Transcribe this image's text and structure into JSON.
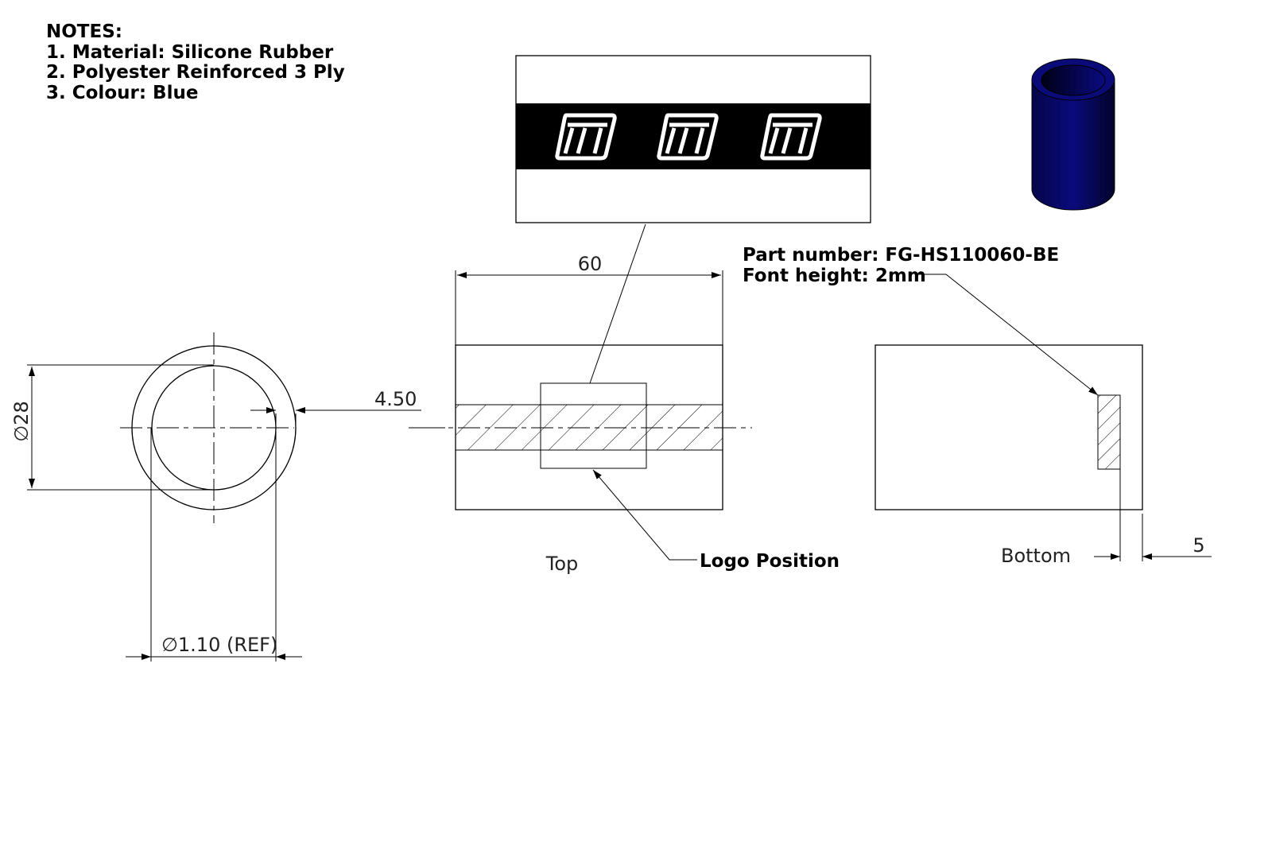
{
  "notes": {
    "title": "NOTES:",
    "items": [
      "1. Material: Silicone Rubber",
      "2. Polyester Reinforced 3 Ply",
      "3. Colour: Blue"
    ]
  },
  "dimensions": {
    "outer_diameter": "∅28",
    "wall_thickness": "4.50",
    "inner_diameter_ref": "∅1.10 (REF)",
    "length": "60",
    "text_offset": "5"
  },
  "views": {
    "top_label": "Top",
    "bottom_label": "Bottom"
  },
  "callouts": {
    "logo_position": "Logo Position",
    "part_number": "Part number: FG-HS110060-BE",
    "font_height": "Font height: 2mm"
  },
  "colors": {
    "tube_blue": "#0a0a78",
    "logo_band": "#000000"
  }
}
